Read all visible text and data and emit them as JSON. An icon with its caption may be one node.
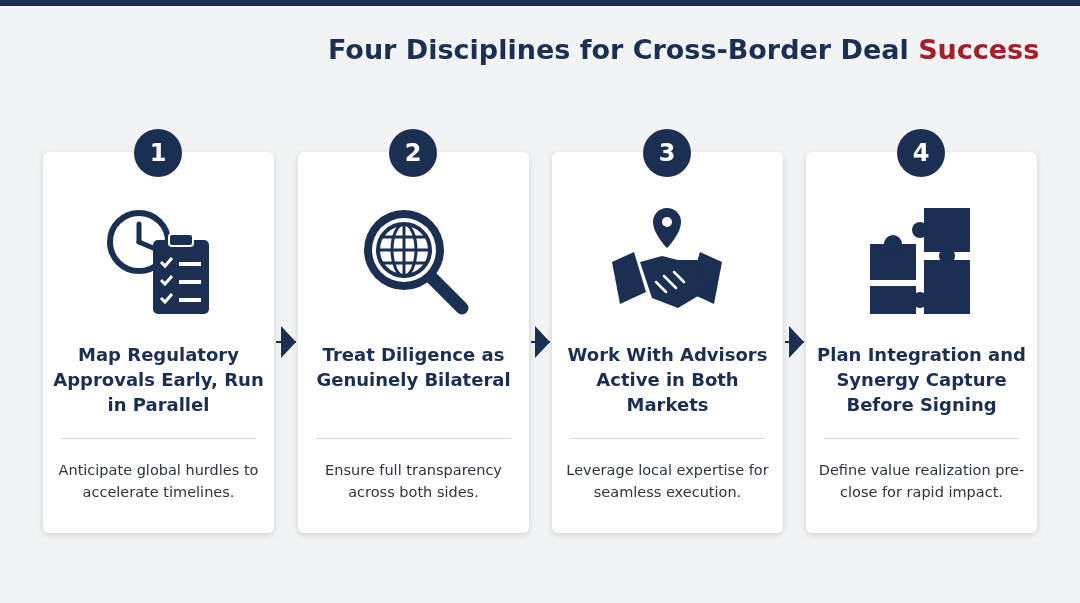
{
  "diagram": {
    "title": "Four Disciplines for Cross-Border Deal Success",
    "nodes": [
      {
        "text": [
          "1",
          "Map Regulatory Approvals Early, Run in Parallel",
          "Anticipate global hurdles to accelerate timelines."
        ]
      },
      {
        "text": [
          "2",
          "Treat Diligence as Genuinely Bilateral",
          "Ensure full transparency across both sides."
        ]
      },
      {
        "text": [
          "3",
          "Work With Advisors Active in Both Markets",
          "Leverage local expertise for seamless execution."
        ]
      },
      {
        "text": [
          "4",
          "Plan Integration and Synergy Capture Before Signing",
          "Define value realization pre-close for rapid impact."
        ]
      }
    ],
    "edges": [
      {
        "from": 0,
        "to": 1,
        "arrow": "to"
      },
      {
        "from": 1,
        "to": 2,
        "arrow": "to"
      },
      {
        "from": 2,
        "to": 3,
        "arrow": "to"
      }
    ]
  }
}
